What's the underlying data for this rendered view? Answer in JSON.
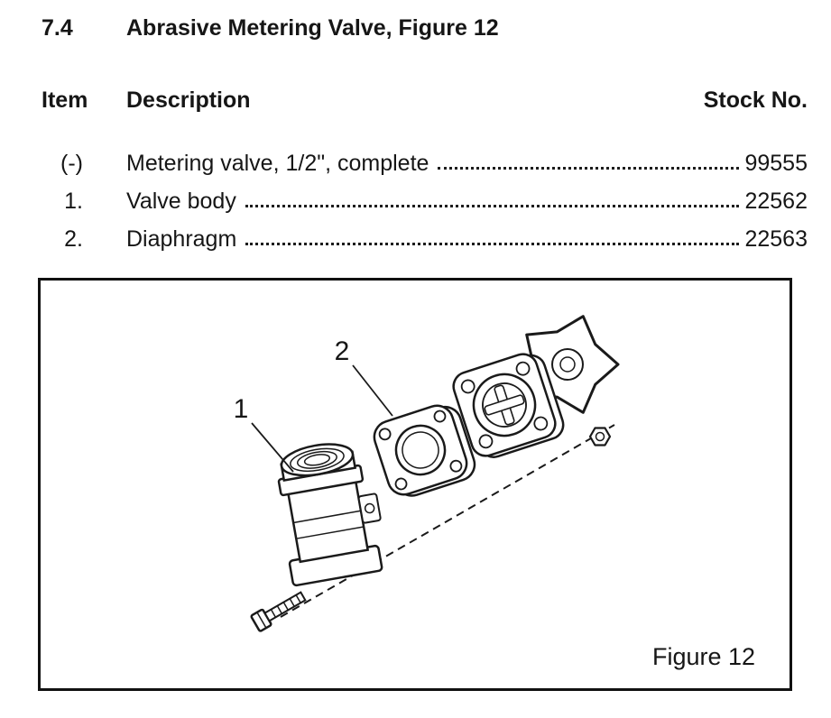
{
  "doc": {
    "heading": {
      "number": "7.4",
      "title": "Abrasive Metering Valve, Figure 12"
    },
    "table": {
      "header": {
        "item": "Item",
        "description": "Description",
        "stock": "Stock No."
      },
      "rows": [
        {
          "item": "(-)",
          "description": "Metering valve, 1/2\", complete",
          "stock": "99555"
        },
        {
          "item": "1.",
          "description": "Valve body",
          "stock": "22562"
        },
        {
          "item": "2.",
          "description": "Diaphragm",
          "stock": "22563"
        }
      ]
    },
    "figure": {
      "caption": "Figure 12",
      "callout_1": "1",
      "callout_2": "2"
    }
  }
}
